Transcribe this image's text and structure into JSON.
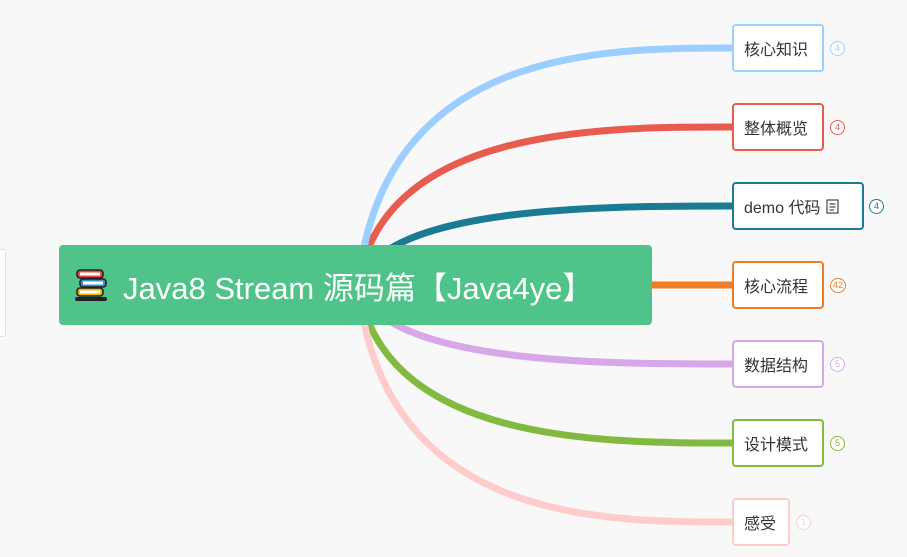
{
  "root": {
    "title": "Java8 Stream 源码篇【Java4ye】",
    "icon": "books-icon"
  },
  "topics": [
    {
      "key": "core",
      "label": "核心知识",
      "count": "4",
      "color": "#9ccfff"
    },
    {
      "key": "overview",
      "label": "整体概览",
      "count": "4",
      "color": "#e85c50"
    },
    {
      "key": "demo",
      "label": "demo 代码",
      "count": "4",
      "color": "#1a7b93",
      "has_note": true
    },
    {
      "key": "flow",
      "label": "核心流程",
      "count": "42",
      "color": "#ee7d26"
    },
    {
      "key": "data",
      "label": "数据结构",
      "count": "5",
      "color": "#d6a8ea"
    },
    {
      "key": "pattern",
      "label": "设计模式",
      "count": "5",
      "color": "#82b940"
    },
    {
      "key": "feel",
      "label": "感受",
      "count": "1",
      "color": "#ffcccc"
    }
  ]
}
